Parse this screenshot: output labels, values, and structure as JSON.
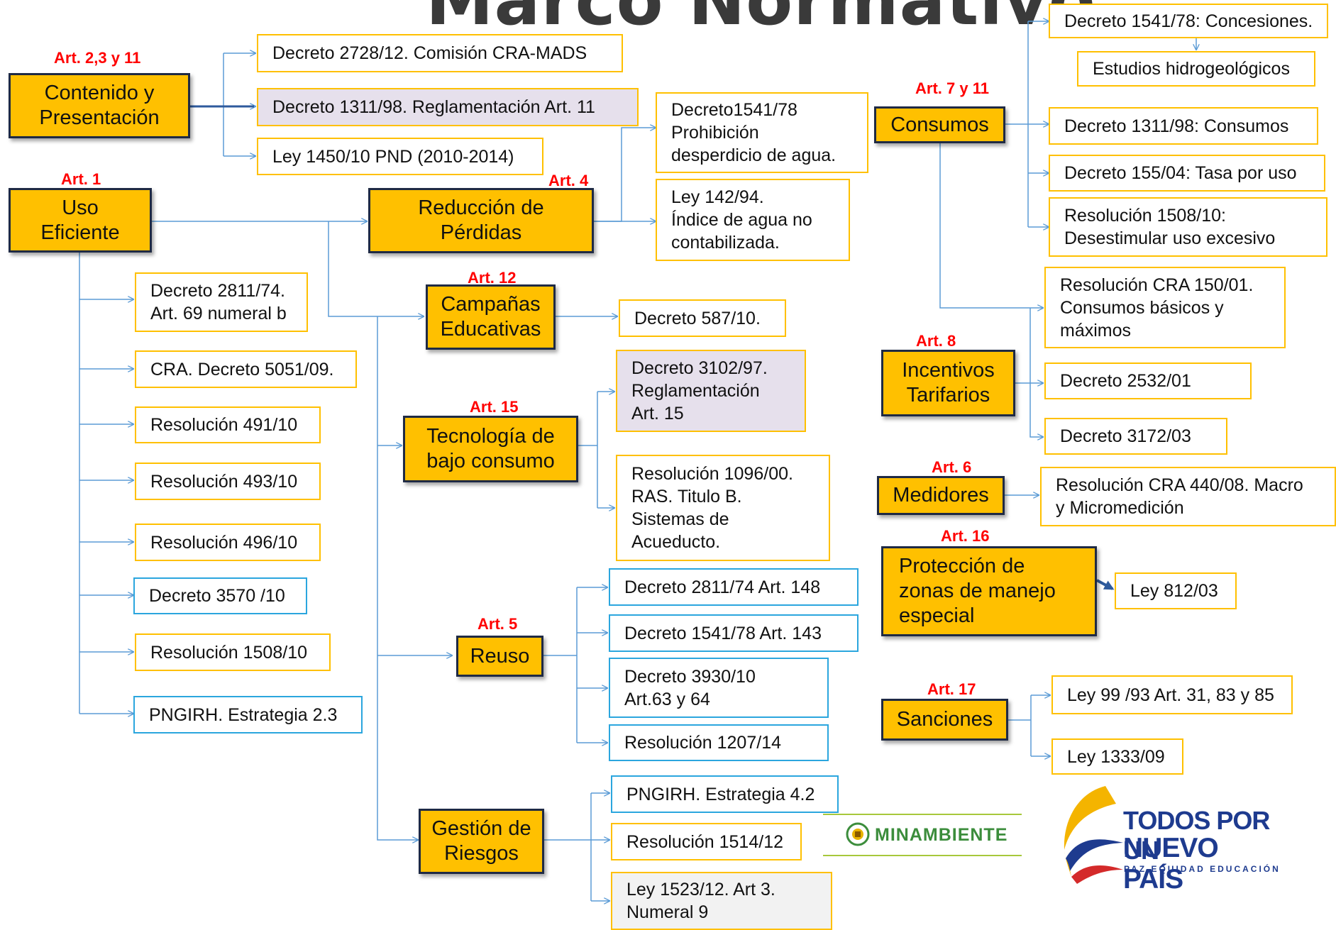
{
  "title": "Marco Normativo",
  "categories": {
    "contenido": {
      "label": "Contenido y\nPresentación",
      "art": "Art. 2,3 y 11"
    },
    "uso": {
      "label": "Uso\nEficiente",
      "art": "Art. 1"
    },
    "reduccion": {
      "label": "Reducción de\nPérdidas",
      "art": "Art. 4"
    },
    "campanas": {
      "label": "Campañas\nEducativas",
      "art": "Art. 12"
    },
    "tecnologia": {
      "label": "Tecnología de\nbajo consumo",
      "art": "Art. 15"
    },
    "reuso": {
      "label": "Reuso",
      "art": "Art. 5"
    },
    "riesgos": {
      "label": "Gestión de\nRiesgos",
      "art": ""
    },
    "consumos": {
      "label": "Consumos",
      "art": "Art. 7 y 11"
    },
    "incentivos": {
      "label": "Incentivos\nTarifarios",
      "art": "Art. 8"
    },
    "medidores": {
      "label": "Medidores",
      "art": "Art. 6"
    },
    "proteccion": {
      "label": "Protección de\nzonas de manejo\nespecial",
      "art": "Art. 16"
    },
    "sanciones": {
      "label": "Sanciones",
      "art": "Art. 17"
    }
  },
  "norms": {
    "d2728": "Decreto 2728/12. Comisión CRA-MADS",
    "d1311_reg": "Decreto 1311/98. Reglamentación Art. 11",
    "l1450": "Ley 1450/10 PND (2010-2014)",
    "d2811_69": "Decreto 2811/74.\nArt. 69 numeral b",
    "cra5051": "CRA. Decreto 5051/09.",
    "r491": "Resolución 491/10",
    "r493": "Resolución 493/10",
    "r496": "Resolución 496/10",
    "d3570": "Decreto 3570 /10",
    "r1508": "Resolución 1508/10",
    "pngirh23": "PNGIRH. Estrategia 2.3",
    "d1541_desp": "Decreto1541/78\nProhibición\ndesperdicio de agua.",
    "l142": "Ley 142/94.\nÍndice de agua no\ncontabilizada.",
    "d587": "Decreto 587/10.",
    "d3102": "Decreto 3102/97.\nReglamentación\nArt. 15",
    "r1096": "Resolución 1096/00.\nRAS. Titulo B.\nSistemas de\nAcueducto.",
    "d2811_148": "Decreto 2811/74 Art. 148",
    "d1541_143": "Decreto 1541/78 Art. 143",
    "d3930": "Decreto 3930/10\nArt.63 y 64",
    "r1207": "Resolución 1207/14",
    "pngirh42": "PNGIRH. Estrategia 4.2",
    "r1514": "Resolución 1514/12",
    "l1523": "Ley 1523/12. Art 3.\nNumeral 9",
    "d1541_conc": "Decreto 1541/78: Concesiones.",
    "estudios": "Estudios hidrogeológicos",
    "d1311_cons": "Decreto 1311/98: Consumos",
    "d155": "Decreto 155/04: Tasa por uso",
    "r1508_desest": "Resolución 1508/10:\nDesestimular uso excesivo",
    "cra150": "Resolución CRA 150/01.\nConsumos básicos y\nmáximos",
    "d2532": "Decreto 2532/01",
    "d3172": "Decreto 3172/03",
    "cra440": "Resolución CRA 440/08. Macro\ny Micromedición",
    "l812": "Ley 812/03",
    "l99": "Ley 99 /93 Art. 31, 83 y 85",
    "l1333": "Ley 1333/09"
  },
  "logos": {
    "minambiente": "MINAMBIENTE",
    "gov_line1": "TODOS POR UN",
    "gov_line2": "NUEVO PAÍS",
    "gov_line3": "PAZ  EQUIDAD  EDUCACIÓN"
  },
  "colors": {
    "category_fill": "#ffc000",
    "category_border": "#1f2a44",
    "connector": "#5b9bd5",
    "article_label": "#ff0000",
    "leaf_border_blue": "#2ba6de",
    "highlight_fill": "#e6e0ec"
  }
}
